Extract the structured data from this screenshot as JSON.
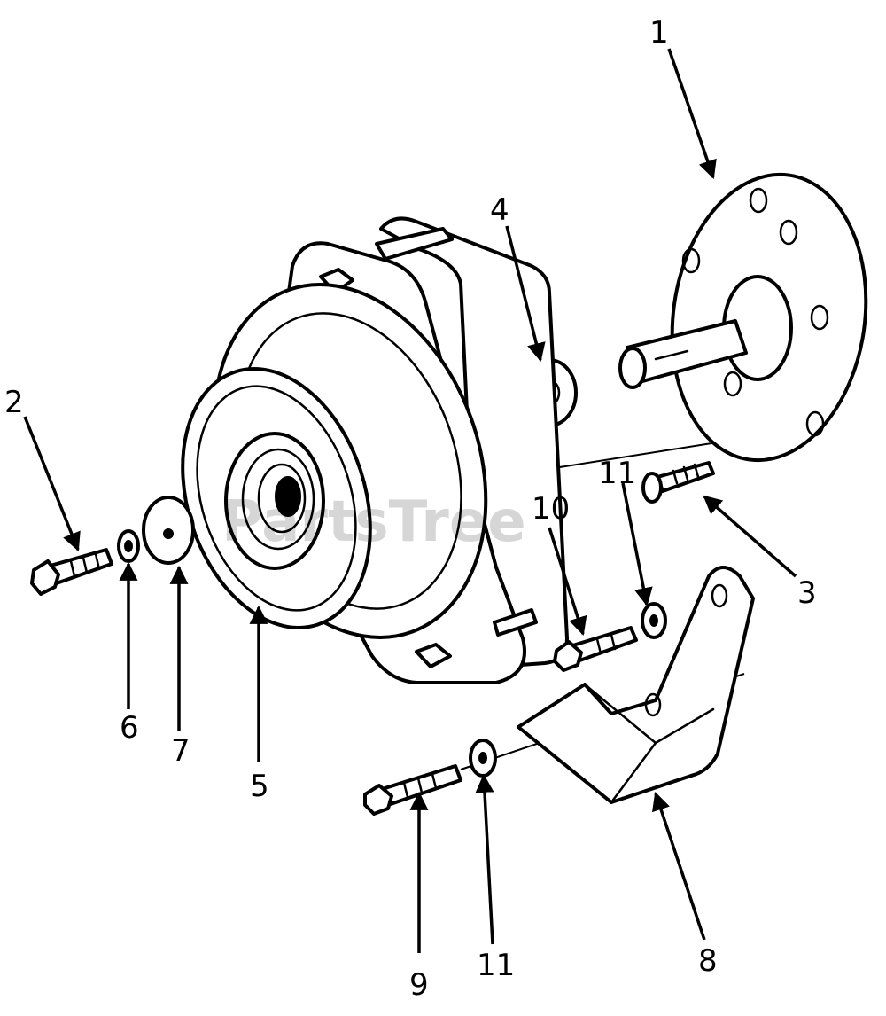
{
  "watermark": "PartsTree",
  "callouts": [
    "1",
    "2",
    "3",
    "4",
    "5",
    "6",
    "7",
    "8",
    "9",
    "10",
    "11",
    "11"
  ]
}
